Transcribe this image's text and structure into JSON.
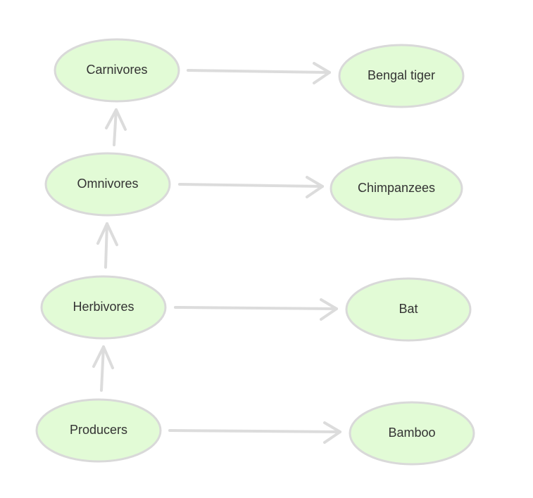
{
  "nodes": {
    "carnivores": "Carnivores",
    "omnivores": "Omnivores",
    "herbivores": "Herbivores",
    "producers": "Producers",
    "bengal_tiger": "Bengal tiger",
    "chimpanzees": "Chimpanzees",
    "bat": "Bat",
    "bamboo": "Bamboo"
  },
  "edges": [
    [
      "producers",
      "herbivores"
    ],
    [
      "herbivores",
      "omnivores"
    ],
    [
      "omnivores",
      "carnivores"
    ],
    [
      "carnivores",
      "bengal_tiger"
    ],
    [
      "omnivores",
      "chimpanzees"
    ],
    [
      "herbivores",
      "bat"
    ],
    [
      "producers",
      "bamboo"
    ]
  ],
  "colors": {
    "node_fill": "#e2fbd6",
    "node_stroke": "#d9d9d9",
    "edge": "#dcdcdc",
    "text": "#333333"
  }
}
